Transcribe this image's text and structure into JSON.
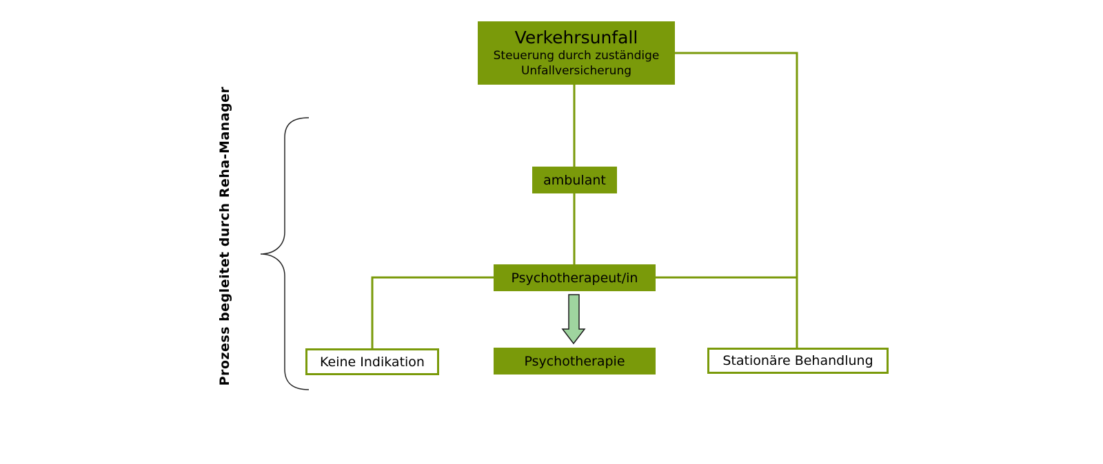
{
  "side_label": "Prozess begleitet durch Reha-Manager",
  "nodes": {
    "top": {
      "title": "Verkehrsunfall",
      "line1": "Steuerung durch zuständige",
      "line2": "Unfallversicherung"
    },
    "ambulant": "ambulant",
    "psychotherapeut": "Psychotherapeut/in",
    "keine_indikation": "Keine Indikation",
    "psychotherapie": "Psychotherapie",
    "stationaer": "Stationäre Behandlung"
  },
  "colors": {
    "node_fill": "#7a9a0a",
    "line": "#7a9a0a",
    "arrow_fill": "#9fd49f",
    "brace": "#222222"
  }
}
